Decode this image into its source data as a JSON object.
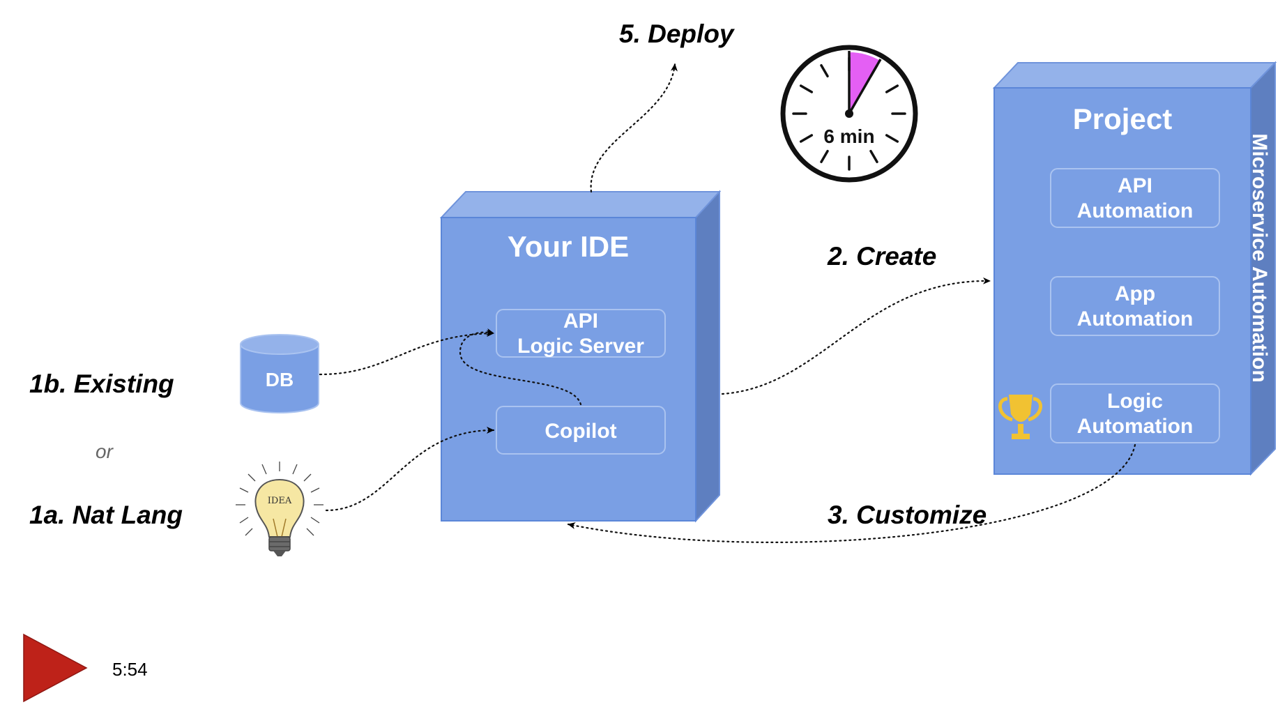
{
  "labels": {
    "deploy": "5. Deploy",
    "create": "2. Create",
    "customize": "3. Customize",
    "existing": "1b. Existing",
    "or": "or",
    "natlang": "1a. Nat Lang"
  },
  "db": {
    "label": "DB"
  },
  "idea_bulb": {
    "label": "IDEA"
  },
  "ide": {
    "title": "Your IDE",
    "items": [
      {
        "line1": "API",
        "line2": "Logic Server"
      },
      {
        "line1": "Copilot",
        "line2": ""
      }
    ]
  },
  "project": {
    "title": "Project",
    "side_label": "Microservice Automation",
    "items": [
      {
        "line1": "API",
        "line2": "Automation"
      },
      {
        "line1": "App",
        "line2": "Automation"
      },
      {
        "line1": "Logic",
        "line2": "Automation"
      }
    ]
  },
  "timer": {
    "label": "6 min",
    "highlight_fraction": 0.0833
  },
  "video": {
    "time": "5:54"
  },
  "colors": {
    "box_front": "#7a9fe4",
    "box_top": "#94b2ea",
    "box_side": "#5e7fc0",
    "box_border": "#5b86d8",
    "timer_wedge": "#e45ff4",
    "play": "#be2219",
    "trophy": "#f1c232"
  }
}
